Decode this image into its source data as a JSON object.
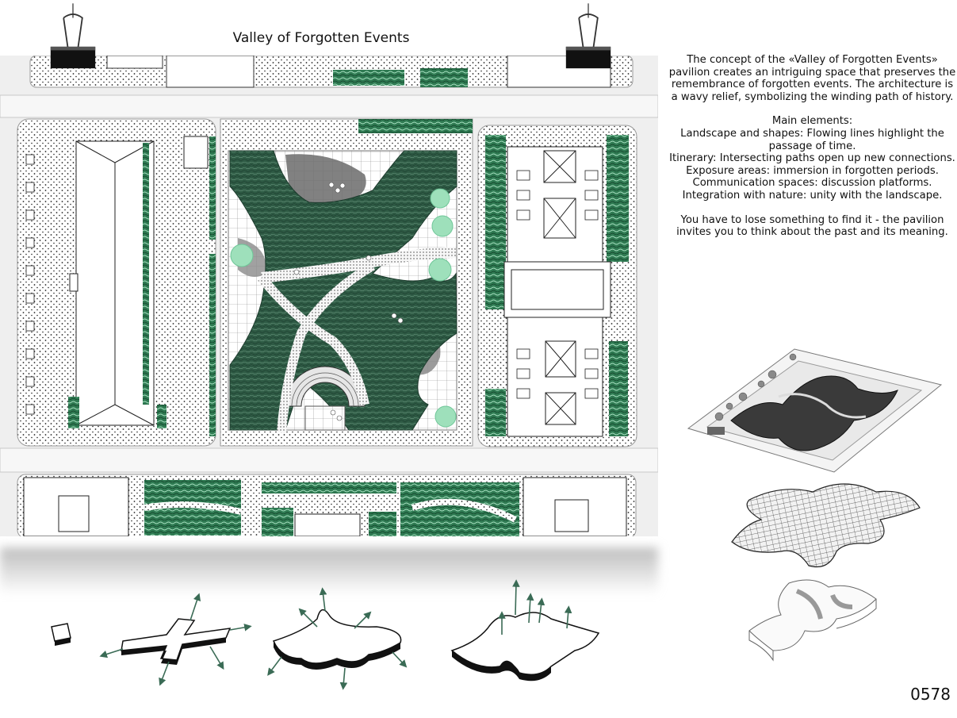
{
  "title": "Valley of Forgotten Events",
  "concept": {
    "intro": "The concept of the «Valley of Forgotten Events» pavilion creates an intriguing space that preserves the remembrance of forgotten events. The architecture is a wavy relief, symbolizing the winding path of history.",
    "elements_heading": "Main elements:",
    "elements": [
      "Landscape and shapes: Flowing lines highlight the passage of time.",
      "Itinerary: Intersecting paths open up new connections.",
      "Exposure areas: immersion in forgotten periods.",
      "Communication spaces: discussion platforms.",
      "Integration with nature: unity with the landscape."
    ],
    "closing": "You have to lose something to find it - the pavilion invites you to think about the past and its meaning."
  },
  "sheet_number": "0578",
  "colors": {
    "forest": "#2e5a44",
    "mint": "#7fd3a6",
    "grass": "#3f8a62",
    "paper": "#f3f3f3",
    "ink": "#111111"
  },
  "icons": [
    "binder-clip-icon"
  ]
}
